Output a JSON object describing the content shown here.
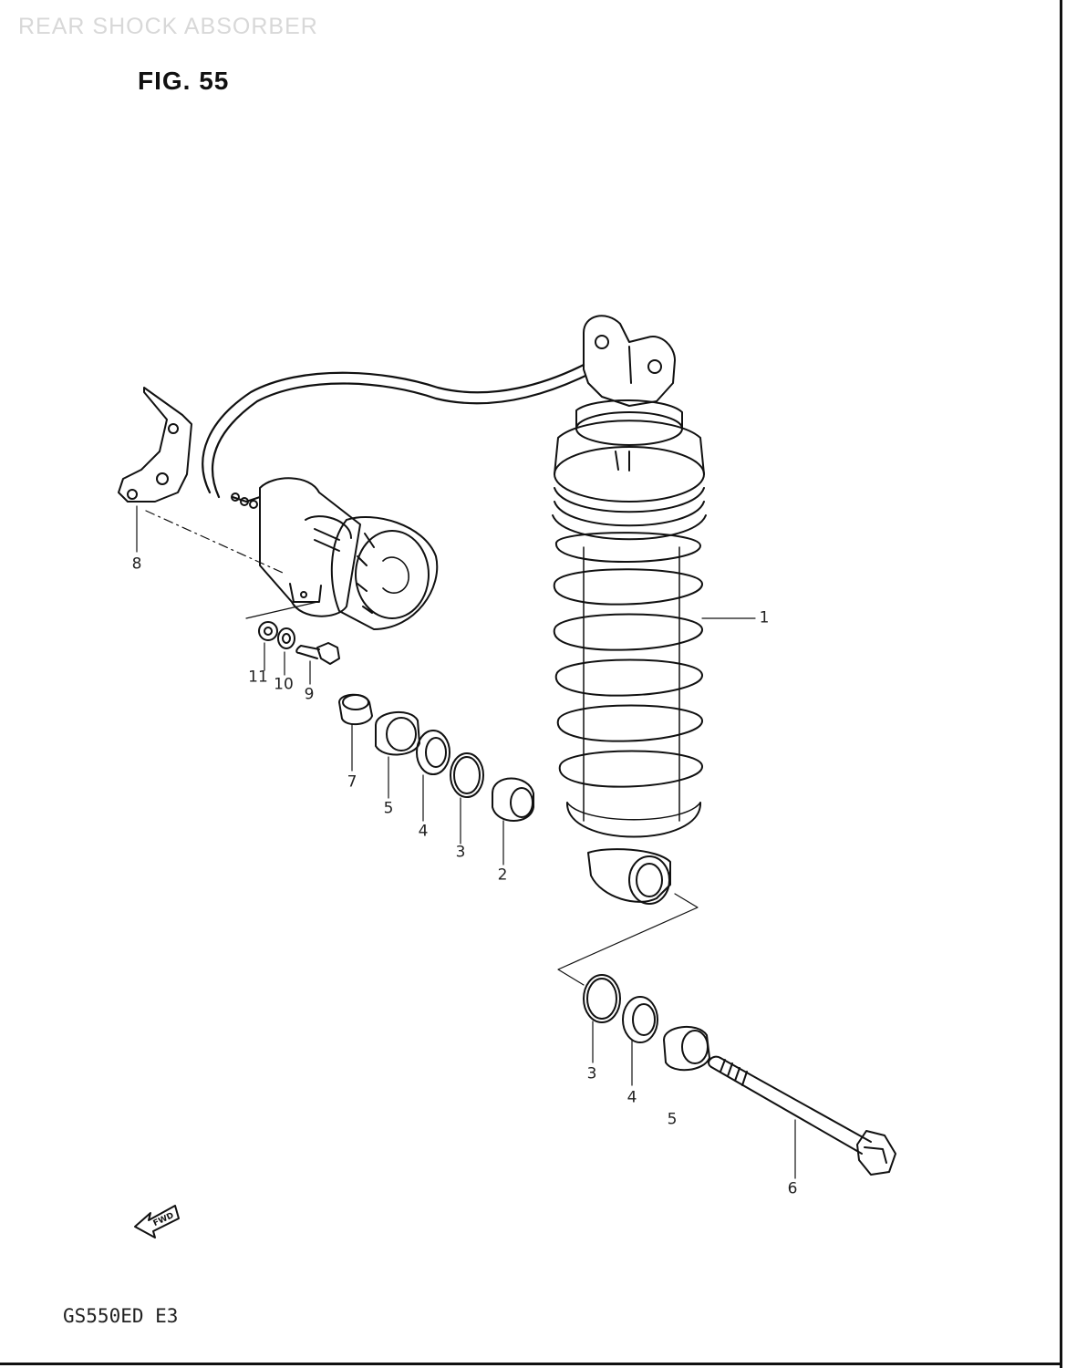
{
  "header": {
    "section_title": "REAR SHOCK ABSORBER"
  },
  "figure": {
    "label": "FIG. 55"
  },
  "footer": {
    "model_code": "GS550ED  E3"
  },
  "callouts": [
    {
      "id": "c1",
      "label": "1"
    },
    {
      "id": "c2",
      "label": "2"
    },
    {
      "id": "c3a",
      "label": "3"
    },
    {
      "id": "c3b",
      "label": "3"
    },
    {
      "id": "c4a",
      "label": "4"
    },
    {
      "id": "c4b",
      "label": "4"
    },
    {
      "id": "c5a",
      "label": "5"
    },
    {
      "id": "c5b",
      "label": "5"
    },
    {
      "id": "c6",
      "label": "6"
    },
    {
      "id": "c7",
      "label": "7"
    },
    {
      "id": "c8",
      "label": "8"
    },
    {
      "id": "c9",
      "label": "9"
    },
    {
      "id": "c10",
      "label": "10"
    },
    {
      "id": "c11",
      "label": "11"
    }
  ],
  "direction_marker": {
    "label": "FWD",
    "icon": "fwd-arrow-icon"
  },
  "colors": {
    "ink": "#111111",
    "faint_header": "#d8d8d8",
    "paper": "#ffffff"
  }
}
